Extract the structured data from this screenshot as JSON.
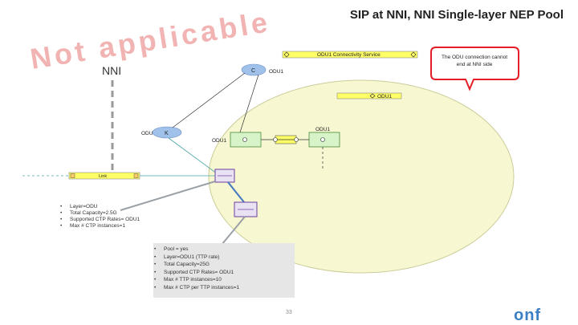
{
  "title": "SIP at NNI, NNI Single-layer NEP Pool",
  "watermark": "Not applicable",
  "nni_label": "NNI",
  "connectivity_service_label": "ODU1 Connectivity Service",
  "callout_text": "The ODU connection cannot end at NNI side",
  "labels": {
    "c_node": "C",
    "odu1_top": "ODU1",
    "odu1_mid": "ODU1",
    "odu_left": "ODU",
    "k_node": "K",
    "odu1_left_box": "ODU1",
    "odu1_right_box": "ODU1",
    "link": "Link"
  },
  "link_properties": [
    "Layer=ODU",
    "Total Capacity=2.5G",
    "Supported CTP Rates= ODU1",
    "Max # CTP instances=1"
  ],
  "pool_properties": [
    "Pool = yes",
    "Layer=ODU1 (TTP rate)",
    "Total Capacity=25G",
    "Supported CTP Rates= ODU1",
    "Max # TTP instances=10",
    "Max # CTP per TTP instances=1"
  ],
  "page_number": "33",
  "logo_text": "onf",
  "colors": {
    "ellipse_fill": "#f7f7d2",
    "bar_fill": "#ffff66",
    "green_box": "#d7f3c8",
    "node_blue": "#9fc1ea",
    "callout_red": "#e41e26",
    "purple": "#6b3fa0",
    "link_gray": "#9aa0a6",
    "teal": "#4aa3a3"
  }
}
